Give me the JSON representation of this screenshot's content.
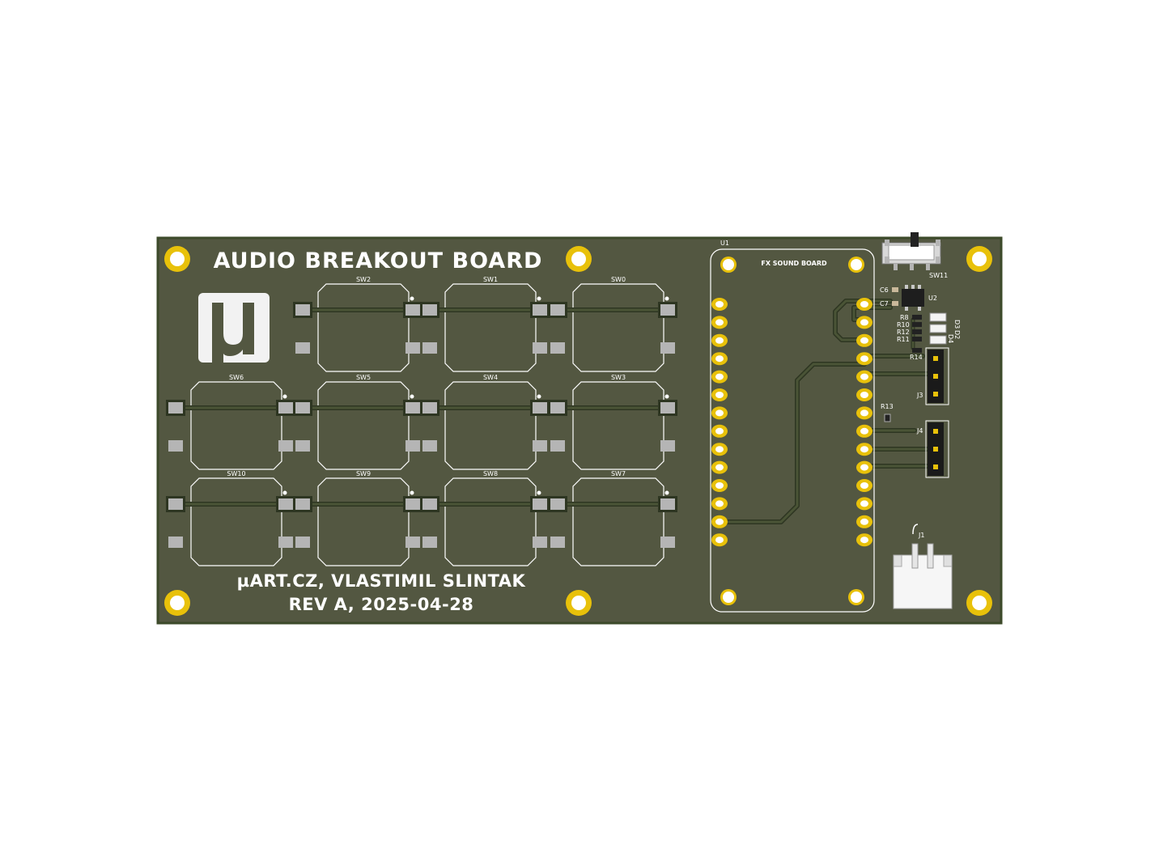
{
  "board": {
    "title": "AUDIO BREAKOUT BOARD",
    "credit": "µART.CZ, VLASTIMIL SLINTAK",
    "revision": "REV A, 2025-04-28",
    "logo_glyph": "µ"
  },
  "colors": {
    "pcb": "#535741",
    "edge": "#3c4a2a",
    "copper_trace": "#4a5436",
    "trace_outline": "#2e3622",
    "gold": "#e8c10a",
    "silkscreen": "#ffffff",
    "smd_pad": "#b5b5b5",
    "logo_bg": "#f2f2f2"
  },
  "switches": [
    {
      "ref": "SW2"
    },
    {
      "ref": "SW1"
    },
    {
      "ref": "SW0"
    },
    {
      "ref": "SW6"
    },
    {
      "ref": "SW5"
    },
    {
      "ref": "SW4"
    },
    {
      "ref": "SW3"
    },
    {
      "ref": "SW10"
    },
    {
      "ref": "SW9"
    },
    {
      "ref": "SW8"
    },
    {
      "ref": "SW7"
    }
  ],
  "module": {
    "ref": "U1",
    "label": "FX SOUND BOARD"
  },
  "components": {
    "sw11": "SW11",
    "u2": "U2",
    "c6": "C6",
    "c7": "C7",
    "r8": "R8",
    "r10": "R10",
    "r12": "R12",
    "r11": "R11",
    "r14": "R14",
    "r13": "R13",
    "d3": "D3",
    "d2": "D2",
    "d4": "D4",
    "j3": "J3",
    "j4": "J4",
    "j1": "J1"
  }
}
